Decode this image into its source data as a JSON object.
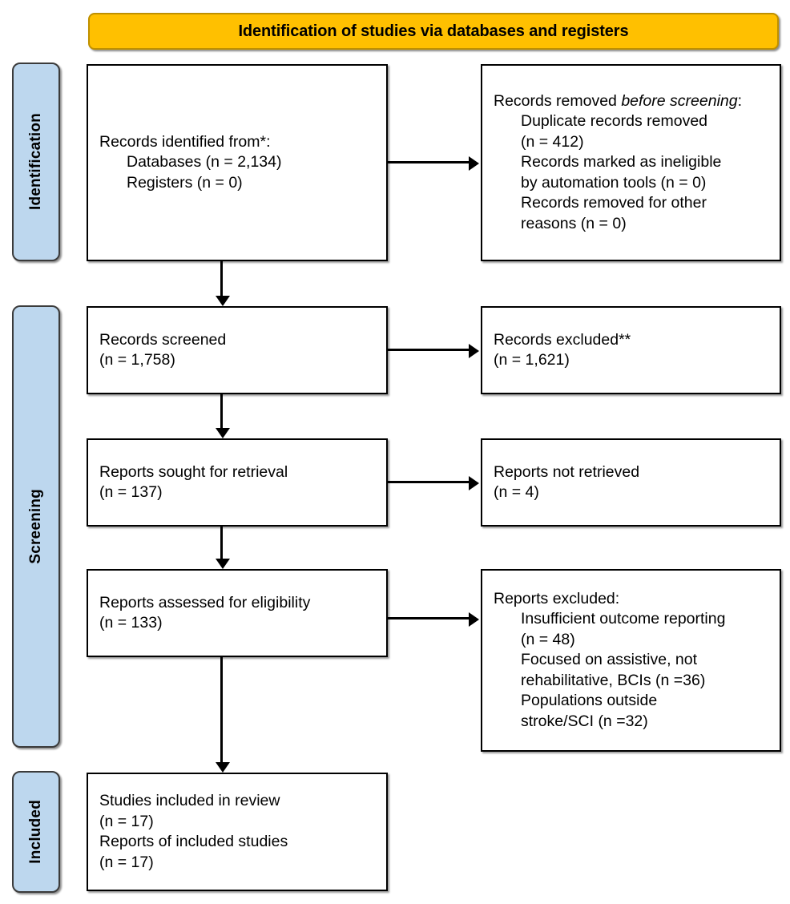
{
  "banner": {
    "title": "Identification of studies via databases and registers"
  },
  "phases": [
    {
      "key": "identification",
      "label": "Identification"
    },
    {
      "key": "screening",
      "label": "Screening"
    },
    {
      "key": "included",
      "label": "Included"
    }
  ],
  "colors": {
    "banner_fill": "#FFC000",
    "banner_border": "#BF9000",
    "phase_fill": "#BDD7EE",
    "phase_border": "#3B3B3B",
    "box_border": "#000000",
    "box_fill": "#FFFFFF",
    "text": "#000000"
  },
  "boxes": {
    "identified": {
      "lines": [
        "Records identified from*:",
        "Databases (n = 2,134)",
        "Registers (n = 0)"
      ]
    },
    "removed_before_screening": {
      "heading_pre": "Records removed ",
      "heading_italic": "before screening",
      "heading_post": ":",
      "lines": [
        "Duplicate records removed",
        "(n = 412)",
        "Records marked as ineligible",
        "by automation tools (n = 0)",
        "Records removed for other",
        "reasons (n = 0)"
      ]
    },
    "screened": {
      "lines": [
        "Records screened",
        "(n = 1,758)"
      ]
    },
    "records_excluded": {
      "lines": [
        "Records excluded**",
        "(n = 1,621)"
      ]
    },
    "sought_for_retrieval": {
      "lines": [
        "Reports sought for retrieval",
        "(n = 137)"
      ]
    },
    "not_retrieved": {
      "lines": [
        "Reports not retrieved",
        "(n = 4)"
      ]
    },
    "assessed_for_eligibility": {
      "lines": [
        "Reports assessed for eligibility",
        "(n = 133)"
      ]
    },
    "reports_excluded": {
      "heading": "Reports excluded:",
      "lines": [
        "Insufficient outcome reporting",
        "(n = 48)",
        "Focused on assistive, not",
        "rehabilitative, BCIs (n =36)",
        "Populations outside",
        "stroke/SCI (n =32)"
      ]
    },
    "included": {
      "lines": [
        "Studies included in review",
        "(n = 17)",
        "Reports of included studies",
        "(n = 17)"
      ]
    }
  }
}
